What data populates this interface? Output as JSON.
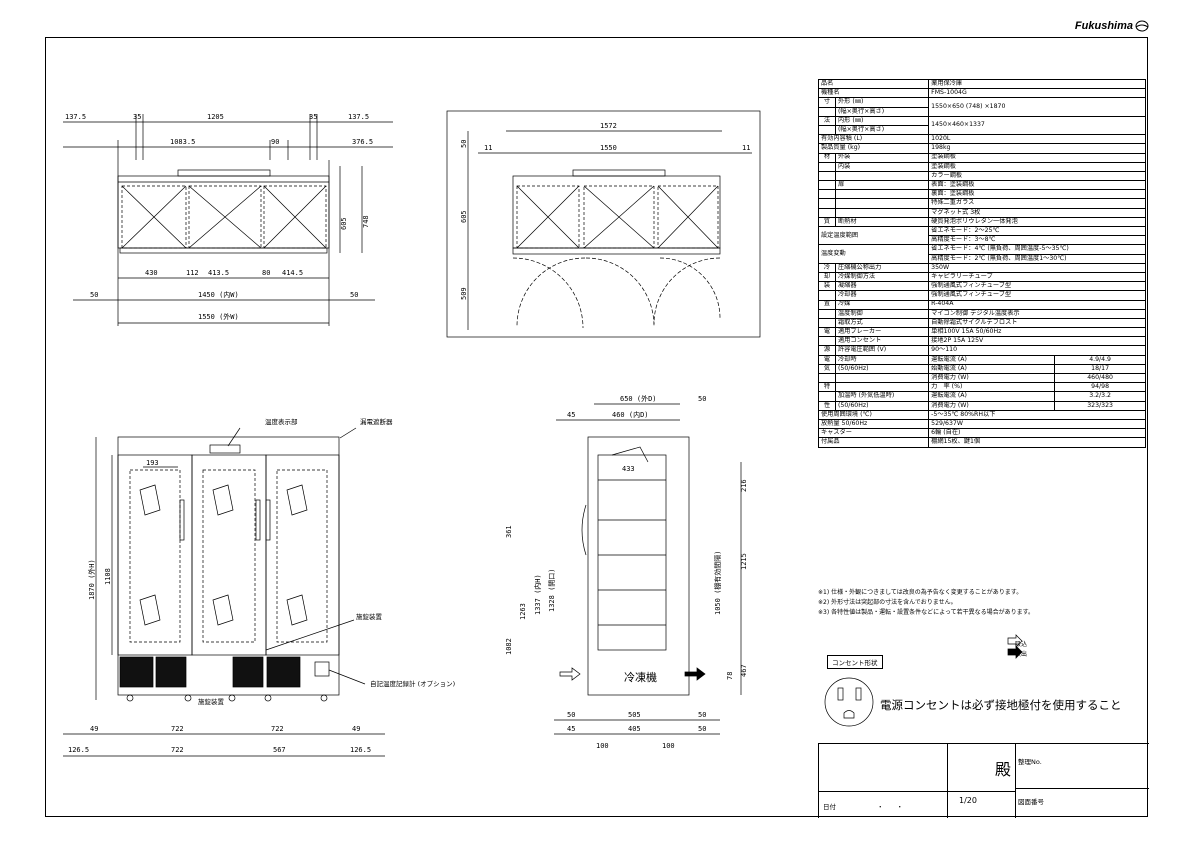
{
  "brand": {
    "name": "Fukushima"
  },
  "dims": {
    "d137_5": "137.5",
    "d35": "35",
    "d1205": "1205",
    "d1083_5": "1083.5",
    "d90": "90",
    "d376_5": "376.5",
    "d605": "605",
    "d748": "748",
    "d430": "430",
    "d112": "112",
    "d413_5": "413.5",
    "d414_5": "414.5",
    "d50": "50",
    "d1450": "1450 (内W)",
    "d1550": "1550 (外W)",
    "d1572": "1572",
    "d11": "11",
    "d1550b": "1550",
    "d509": "509",
    "d193": "193",
    "d1870": "1870 (外H)",
    "d1108": "1108",
    "d49": "49",
    "d722": "722",
    "d126_5": "126.5",
    "d567": "567",
    "d650": "650 (外D)",
    "d460": "460 (内D)",
    "d45": "45",
    "d433": "433",
    "d216": "216",
    "d361": "361",
    "d1263": "1263",
    "d1082": "1082",
    "d1337": "1337 (内H)",
    "d1328": "1328 (開口)",
    "d1050": "1050 (棚有効間隔)",
    "d1215": "1215",
    "d78": "78",
    "d467": "467",
    "d505": "505",
    "d405": "405",
    "d100": "100"
  },
  "labels": {
    "temp_display": "温度表示部",
    "breaker": "漏電遮断器",
    "lock": "施錠装置",
    "lock2": "施錠装置",
    "recorder": "自記温度記録計 (オプション)",
    "freezer": "冷凍機"
  },
  "spec_rows": {
    "r1": [
      "品名",
      "薬用保冷庫"
    ],
    "r2": [
      "機種名",
      "FMS-1004G"
    ],
    "r3a": [
      "寸",
      "外形 (㎜)",
      "1550×650 (748) ×1870"
    ],
    "r3b": "(幅×奥行×高さ)",
    "r4a": [
      "法",
      "内形 (㎜)",
      "1450×460×1337"
    ],
    "r4b": "(幅×奥行×高さ)",
    "r5": [
      "有効内容積 (L)",
      "1020L"
    ],
    "r6": [
      "製品質量 (kg)",
      "198kg"
    ],
    "r7": [
      "材",
      "外装",
      "塗装鋼板"
    ],
    "r8": [
      "内装",
      "塗装鋼板"
    ],
    "r9": "カラー鋼板",
    "r10": [
      "扉",
      "表面：塗装鋼板"
    ],
    "r11": "裏面：塗装鋼板",
    "r12": "特殊二重ガラス",
    "r13": "マグネット式 3枚",
    "r14": [
      "質",
      "断熱材",
      "硬質発泡ポリウレタン一体発泡"
    ],
    "r15": [
      "設定温度範囲",
      "省エネモード：2〜25℃"
    ],
    "r16": "高精度モード：3〜8℃",
    "r17": [
      "温度変動",
      "省エネモード：4℃ (無負荷、周囲温度-5〜35℃)"
    ],
    "r18": "高精度モード：2℃ (無負荷、周囲温度1〜30℃)",
    "r19": [
      "冷",
      "圧縮機公称出力",
      "350W"
    ],
    "r20": [
      "却",
      "冷媒制御方法",
      "キャピラリーチューブ"
    ],
    "r21": [
      "装",
      "凝縮器",
      "強制通風式フィンチューブ型"
    ],
    "r22": [
      "冷却器",
      "強制通風式フィンチューブ型"
    ],
    "r23": [
      "置",
      "冷媒",
      "R-404A"
    ],
    "r24": [
      "温度制御",
      "マイコン制御 デジタル温度表示"
    ],
    "r25": [
      "霜取方式",
      "自動除霜式サイクルデフロスト"
    ],
    "r26": [
      "電",
      "適用ブレーカー",
      "単相100V 15A 50/60Hz"
    ],
    "r27": [
      "適用コンセント",
      "接地2P 15A 125V"
    ],
    "r28": [
      "源",
      "許容電圧範囲 (V)",
      "90〜110"
    ],
    "r29": [
      "電",
      "冷却時",
      "運転電流 (A)",
      "4.9/4.9"
    ],
    "r30": [
      "気",
      "(50/60Hz)",
      "始動電流 (A)",
      "18/17"
    ],
    "r31": [
      "消費電力 (W)",
      "460/480"
    ],
    "r32": [
      "特",
      "力　率 (%)",
      "94/98"
    ],
    "r33": [
      "加温時 (外気低温時)",
      "運転電流 (A)",
      "3.2/3.2"
    ],
    "r34": [
      "性",
      "(50/60Hz)",
      "消費電力 (W)",
      "323/323"
    ],
    "r35": [
      "使用周囲環境 (℃)",
      "-5〜35℃ 80%RH以下"
    ],
    "r36": [
      "放熱量 50/60Hz",
      "529/637W"
    ],
    "r37": [
      "キャスター",
      "6輪 (自在)"
    ],
    "r38": [
      "付属品",
      "棚網15枚、鍵1個"
    ]
  },
  "notes": [
    "※1) 仕様・外観につきましては改良の為予告なく変更することがあります。",
    "※2) 外形寸法は突起部の寸法を含んでおりません。",
    "※3) 各特性値は製品・運転・設置条件などによって若干異なる場合があります。"
  ],
  "flow": {
    "in": "吸込",
    "out": "吹出"
  },
  "socket": {
    "label": "コンセント形状",
    "text": "電源コンセントは必ず接地極付を使用すること"
  },
  "title_block": {
    "customer_suffix": "殿",
    "ctrl_no": "整理No.",
    "date": "日付",
    "dots": "・　　・",
    "sheet": "1/20",
    "drawing_no": "図面番号"
  }
}
